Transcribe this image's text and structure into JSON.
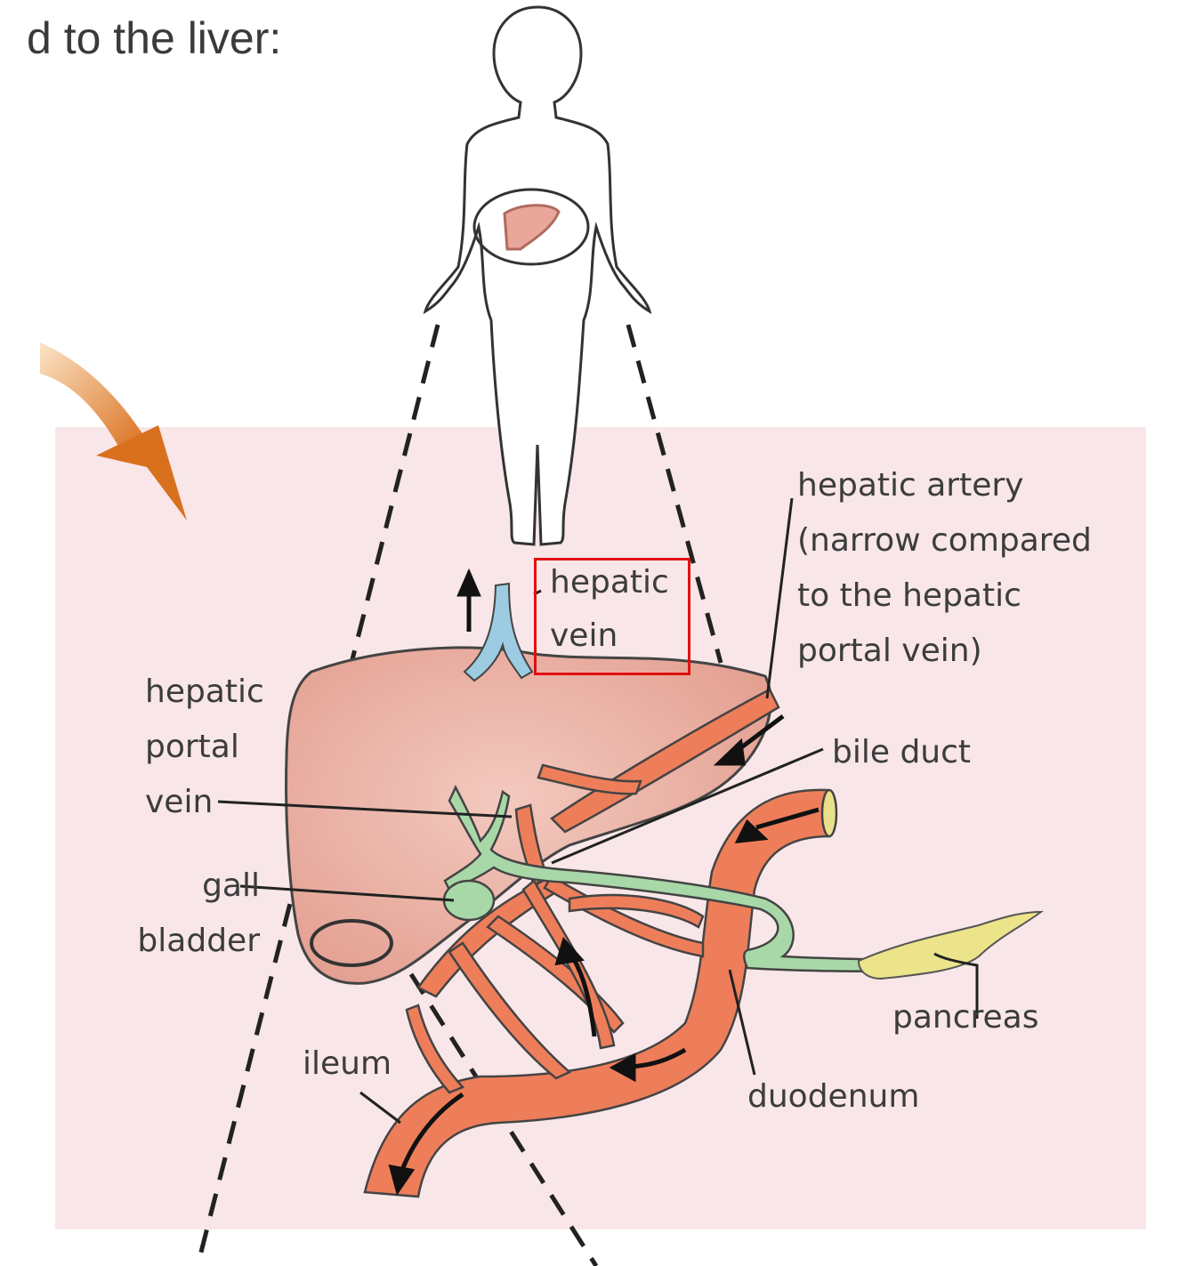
{
  "heading": "d to the liver:",
  "labels": {
    "hepatic_artery": [
      "hepatic artery",
      "(narrow compared",
      "to the hepatic",
      "portal vein)"
    ],
    "hepatic_vein": [
      "hepatic",
      "vein"
    ],
    "hepatic_portal_vein": [
      "hepatic",
      "portal",
      "vein"
    ],
    "bile_duct": "bile duct",
    "gall_bladder": [
      "gall",
      "bladder"
    ],
    "pancreas": "pancreas",
    "ileum": "ileum",
    "duodenum": "duodenum"
  },
  "colors": {
    "panel": "#f8e6e8",
    "liver": "#e8a79a",
    "blood_vessel": "#ee7e5a",
    "hepatic_vein": "#9ccbe2",
    "bile": "#a8d8a8",
    "pancreas": "#ece48a",
    "pointer_arrow": "#e0832a",
    "highlight": "#e01010"
  }
}
